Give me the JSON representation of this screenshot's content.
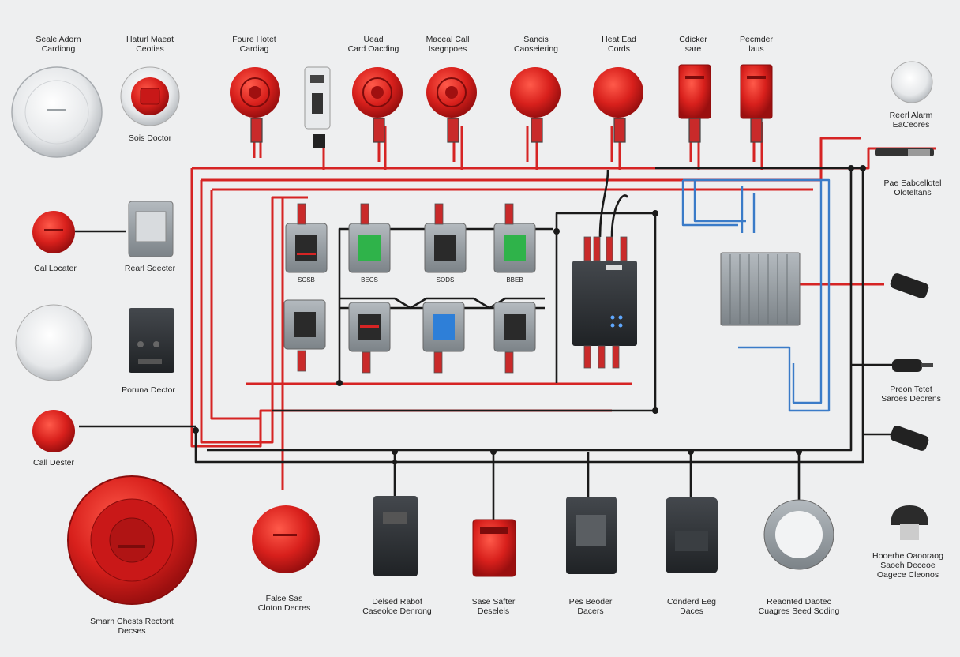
{
  "colors": {
    "background": "#eeeff0",
    "wire_red": "#d62424",
    "wire_black": "#1a1a1a",
    "wire_blue": "#3a7bc8",
    "device_red": "#d92020",
    "module_grey": "#8d949a",
    "panel_dark": "#2c2f33"
  },
  "top_labels": [
    "Seale Adorn\nCardiong",
    "Haturl Maeat\nCeoties",
    "Foure Hotet\nCardiag",
    "Uead\nCard Oacding",
    "Maceal Call\nIsegnpoes",
    "Sancis\nCaoseiering",
    "Heat Ead\nCords",
    "Cdicker\nsare",
    "Pecmder\nlaus"
  ],
  "left_labels": {
    "sos_doctor": "Sois Doctor",
    "call_locater": "Cal Locater",
    "roarl_solecter": "Rearl Sdecter",
    "poruna_dector": "Poruna Dector",
    "call_desker": "Call Dester"
  },
  "right_labels": {
    "roarl_alarm": "Reerl Alarm\nEaCeores",
    "pae_eaboltoel": "Pae Eabcellotel\nOloteltans",
    "prooh_tetet": "Preon Tetet\nSaroes Deorens",
    "horoneshe": "Hooerhe Oaooraog\nSaoeh Deceoe\nOagece Cleonos"
  },
  "bottom_labels": [
    "Smarn Chests Rectont\nDecses",
    "False Sas\nCloton Decres",
    "Delsed Rabof\nCaseoloe Denrong",
    "Sase Safter\nDeselels",
    "Pes Beoder\nDacers",
    "Cdnderd Eeg\nDaces",
    "Reaonted Daotec\nCuagres Seed Soding"
  ],
  "module_tags": [
    "SCSB",
    "BECS",
    "SODS",
    "BBEB"
  ]
}
